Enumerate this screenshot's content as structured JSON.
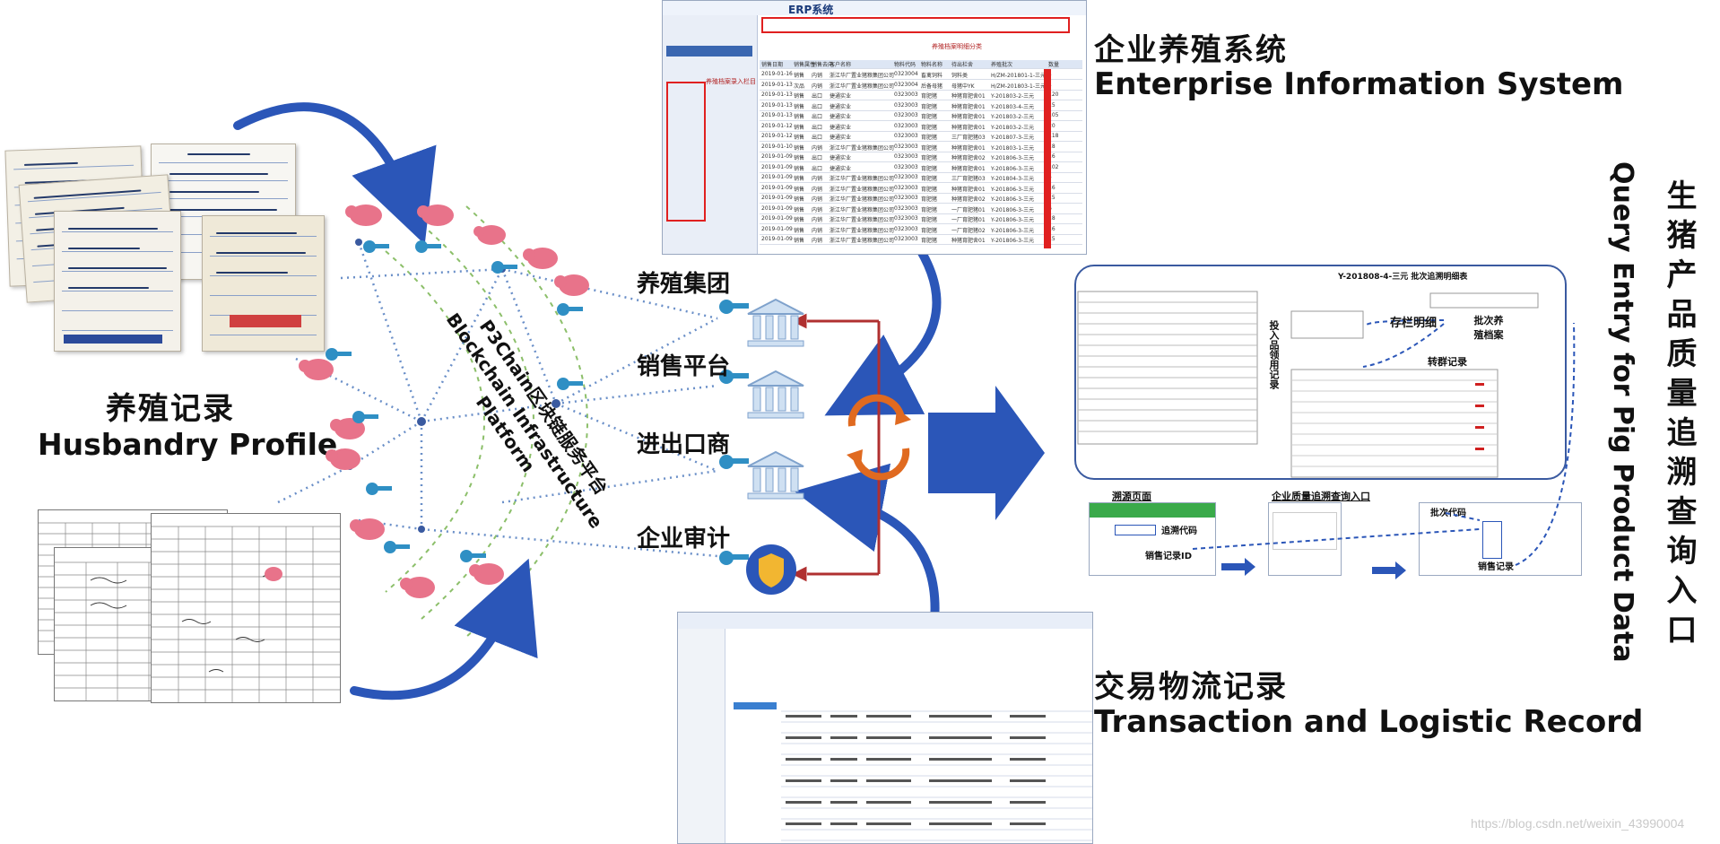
{
  "husbandry": {
    "label_cn": "养殖记录",
    "label_en": "Husbandry Profile"
  },
  "platform": {
    "title_cn": "P3Chain区块链服务平台",
    "title_en1": "Blockchain Infrastructure",
    "title_en2": "Platform"
  },
  "nodes": [
    {
      "label": "养殖集团"
    },
    {
      "label": "销售平台"
    },
    {
      "label": "进出口商"
    },
    {
      "label": "企业审计"
    }
  ],
  "eis": {
    "label_cn": "企业养殖系统",
    "label_en": "Enterprise Information System",
    "window_title": "ERP系统",
    "annot_toolbar": "养殖档案明细分类",
    "annot_side": "养殖档案录入栏目",
    "rows": [
      [
        "2019-01-16",
        "销售",
        "内销",
        "浙江华厂置业猪粮集团公司",
        "0323004",
        "畜禽饲料",
        "饲料类",
        "H/ZM-201801-1-三元",
        "1"
      ],
      [
        "2019-01-13",
        "次品",
        "内销",
        "浙江华厂置业猪粮集团公司",
        "0323004",
        "后备母猪",
        "母猪中YK",
        "H/ZM-201803-1-三元",
        "1"
      ],
      [
        "2019-01-13",
        "销售",
        "出口",
        "捷通实业",
        "0323003",
        "育肥猪",
        "种猪育肥舍01",
        "Y-201803-2-三元",
        "120"
      ],
      [
        "2019-01-13",
        "销售",
        "出口",
        "捷通实业",
        "0323003",
        "育肥猪",
        "种猪育肥舍01",
        "Y-201803-4-三元",
        "15"
      ],
      [
        "2019-01-13",
        "销售",
        "出口",
        "捷通实业",
        "0323003",
        "育肥猪",
        "种猪育肥舍01",
        "Y-201803-2-三元",
        "105"
      ],
      [
        "2019-01-12",
        "销售",
        "出口",
        "捷通实业",
        "0323003",
        "育肥猪",
        "种猪育肥舍01",
        "Y-201803-2-三元",
        "20"
      ],
      [
        "2019-01-12",
        "销售",
        "出口",
        "捷通实业",
        "0323003",
        "育肥猪",
        "三厂育肥猪03",
        "Y-201807-3-三元",
        "118"
      ],
      [
        "2019-01-10",
        "销售",
        "内销",
        "浙江华厂置业猪粮集团公司",
        "0323003",
        "育肥猪",
        "种猪育肥舍01",
        "Y-201803-1-三元",
        "18"
      ],
      [
        "2019-01-09",
        "销售",
        "出口",
        "捷通实业",
        "0323003",
        "育肥猪",
        "种猪育肥舍02",
        "Y-201806-3-三元",
        "16"
      ],
      [
        "2019-01-09",
        "销售",
        "出口",
        "捷通实业",
        "0323003",
        "育肥猪",
        "种猪育肥舍01",
        "Y-201806-3-三元",
        "102"
      ],
      [
        "2019-01-09",
        "销售",
        "内销",
        "浙江华厂置业猪粮集团公司",
        "0323003",
        "育肥猪",
        "三厂育肥猪03",
        "Y-201804-3-三元",
        "4"
      ],
      [
        "2019-01-09",
        "销售",
        "内销",
        "浙江华厂置业猪粮集团公司",
        "0323003",
        "育肥猪",
        "种猪育肥舍01",
        "Y-201806-3-三元",
        "16"
      ],
      [
        "2019-01-09",
        "销售",
        "内销",
        "浙江华厂置业猪粮集团公司",
        "0323003",
        "育肥猪",
        "种猪育肥舍02",
        "Y-201806-3-三元",
        "15"
      ],
      [
        "2019-01-09",
        "销售",
        "内销",
        "浙江华厂置业猪粮集团公司",
        "0323003",
        "育肥猪",
        "一厂育肥猪01",
        "Y-201806-3-三元",
        "6"
      ],
      [
        "2019-01-09",
        "销售",
        "内销",
        "浙江华厂置业猪粮集团公司",
        "0323003",
        "育肥猪",
        "一厂育肥猪01",
        "Y-201806-3-三元",
        "18"
      ],
      [
        "2019-01-09",
        "销售",
        "内销",
        "浙江华厂置业猪粮集团公司",
        "0323003",
        "育肥猪",
        "一厂育肥猪02",
        "Y-201806-3-三元",
        "16"
      ],
      [
        "2019-01-09",
        "销售",
        "内销",
        "浙江华厂置业猪粮集团公司",
        "0323003",
        "育肥猪",
        "种猪育肥舍01",
        "Y-201806-3-三元",
        "15"
      ]
    ],
    "headers": [
      "销售日期",
      "销售属性",
      "销售去向",
      "客户名称",
      "物料代码",
      "物料名称",
      "待出栏舍",
      "养殖批次",
      "数量"
    ]
  },
  "query": {
    "label_cn": "生猪产品质量追溯查询入口",
    "label_en": "Query Entry for Pig Product Data",
    "report_title": "Y-201808-4-三元 批次追溯明细表",
    "annot_invest": "投入品领用记录",
    "annot_pen": "存栏明细",
    "annot_batch": "批次养殖档案",
    "annot_transfer": "转群记录",
    "trace_page": "溯源页面",
    "enterprise_entry": "企业质量追溯查询入口",
    "trace_code": "追溯代码",
    "sales_id": "销售记录ID",
    "batch_code": "批次代码",
    "sales_record": "销售记录"
  },
  "logistics": {
    "label_cn": "交易物流记录",
    "label_en": "Transaction and Logistic Record"
  },
  "watermark": "https://blog.csdn.net/weixin_43990004",
  "colors": {
    "arrow_blue": "#2b56b8",
    "network_dot": "#6a8fc8",
    "pig": "#e8738a",
    "key": "#2f8fc4",
    "red_arrow": "#b03030",
    "cycle_orange": "#e06a20"
  }
}
